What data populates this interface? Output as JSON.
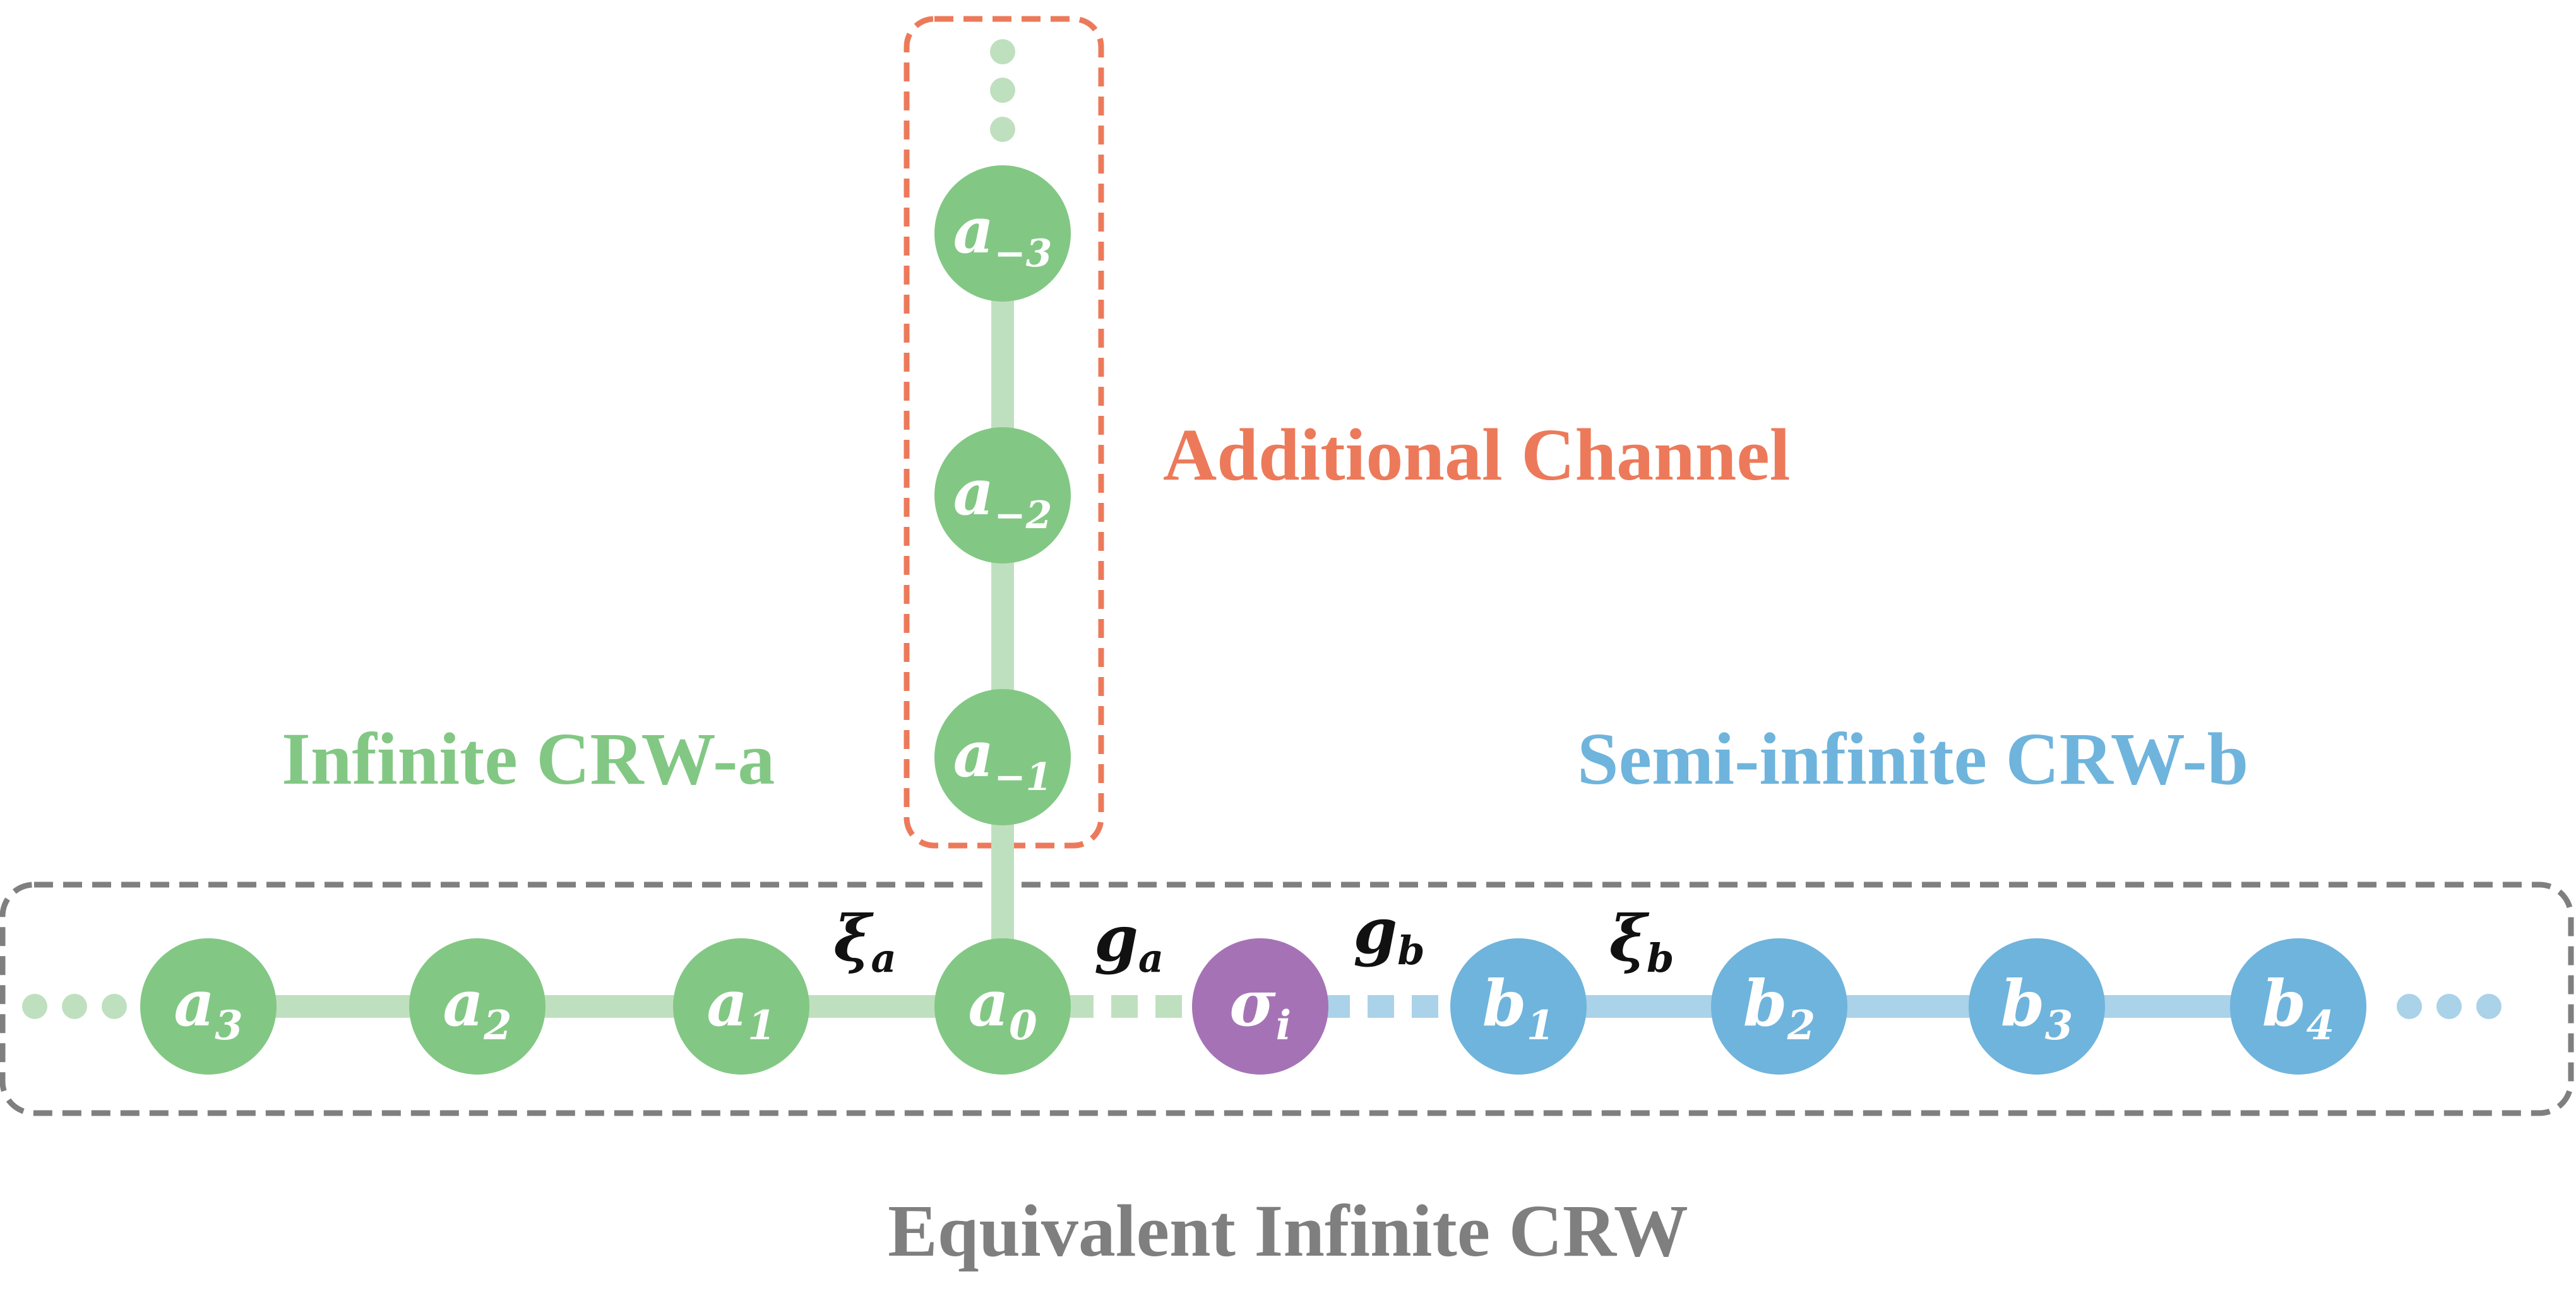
{
  "labels": {
    "additional_channel": "Additional Channel",
    "infinite_crw_a": "Infinite CRW-a",
    "semi_infinite_crw_b": "Semi-infinite CRW-b",
    "equivalent_infinite_crw": "Equivalent Infinite CRW"
  },
  "couplings": {
    "xi_a": {
      "sym": "ξ",
      "sub": "a"
    },
    "g_a": {
      "sym": "g",
      "sub": "a"
    },
    "g_b": {
      "sym": "g",
      "sub": "b"
    },
    "xi_b": {
      "sym": "ξ",
      "sub": "b"
    }
  },
  "nodes": {
    "a_m3": {
      "base": "a",
      "sub": "−3"
    },
    "a_m2": {
      "base": "a",
      "sub": "−2"
    },
    "a_m1": {
      "base": "a",
      "sub": "−1"
    },
    "a3": {
      "base": "a",
      "sub": "3"
    },
    "a2": {
      "base": "a",
      "sub": "2"
    },
    "a1": {
      "base": "a",
      "sub": "1"
    },
    "a0": {
      "base": "a",
      "sub": "0"
    },
    "sigma": {
      "base": "σ",
      "sub": "i"
    },
    "b1": {
      "base": "b",
      "sub": "1"
    },
    "b2": {
      "base": "b",
      "sub": "2"
    },
    "b3": {
      "base": "b",
      "sub": "3"
    },
    "b4": {
      "base": "b",
      "sub": "4"
    }
  },
  "colors": {
    "green_node": "#82c884",
    "green_line": "#bfe0bf",
    "blue_node": "#6fb4dc",
    "blue_line": "#aad2e8",
    "purple_node": "#a573b5",
    "orange": "#ec7a5a",
    "gray": "#7f7f7f"
  }
}
